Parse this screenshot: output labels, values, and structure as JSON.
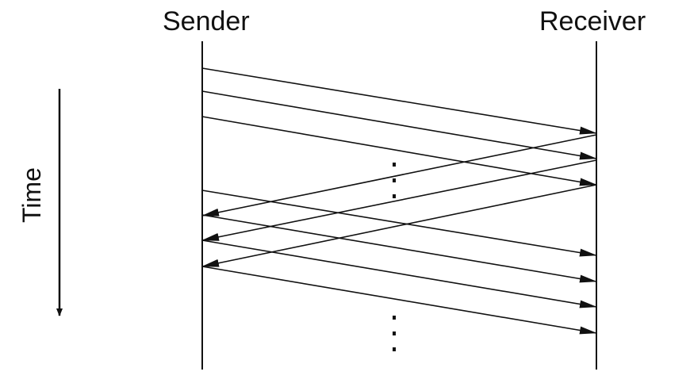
{
  "diagram": {
    "sender_label": "Sender",
    "receiver_label": "Receiver",
    "time_label": "Time",
    "forward_messages_first_burst": 3,
    "ack_messages": 3,
    "forward_messages_second_burst": 4,
    "continuation_marker": "⋮",
    "line_color": "#111111"
  }
}
